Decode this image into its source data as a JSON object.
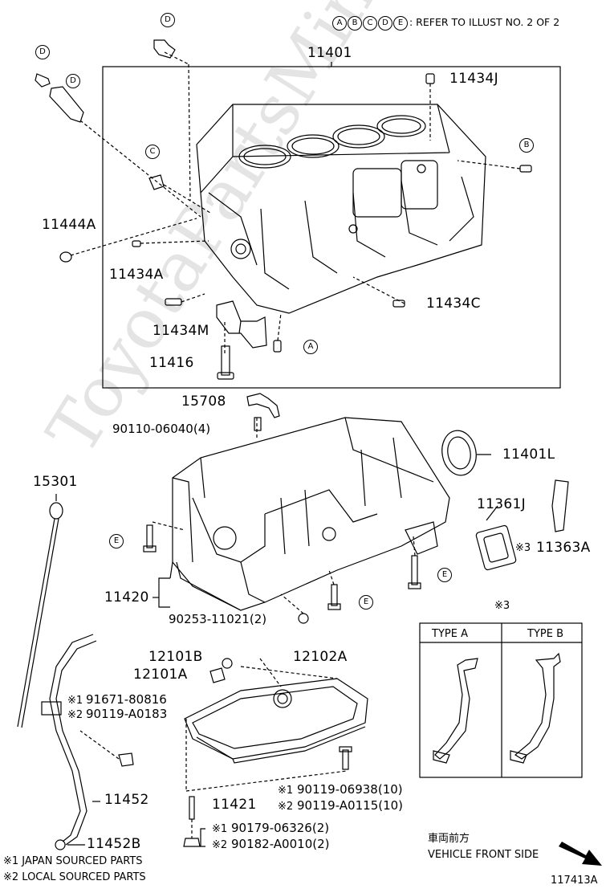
{
  "header": {
    "circles": [
      "A",
      "B",
      "C",
      "D",
      "E"
    ],
    "refer_text": ": REFER TO ILLUST NO. 2 OF 2"
  },
  "parts": {
    "p11401": "11401",
    "p11434J": "11434J",
    "p11444A": "11444A",
    "p11434A": "11434A",
    "p11434C": "11434C",
    "p11434M": "11434M",
    "p11416": "11416",
    "p15708": "15708",
    "p90110": "90110-06040(4)",
    "p11401L": "11401L",
    "p15301": "15301",
    "p11361J": "11361J",
    "p11363A": "11363A",
    "p11363A_mark": "※3",
    "p11420": "11420",
    "p90253": "90253-11021(2)",
    "p12101B": "12101B",
    "p12101A": "12101A",
    "p12102A": "12102A",
    "p91671": "91671-80816",
    "p90119a": "90119-A0183",
    "p11452": "11452",
    "p11452B": "11452B",
    "p11421": "11421",
    "p90119_06938": "90119-06938(10)",
    "p90119_A0115": "90119-A0115(10)",
    "p90179": "90179-06326(2)",
    "p90182": "90182-A0010(2)",
    "mark1": "※1",
    "mark2": "※2"
  },
  "callouts": {
    "D1": "D",
    "D2": "D",
    "D3": "D",
    "C": "C",
    "B": "B",
    "A": "A",
    "E1": "E",
    "E2": "E",
    "E3": "E"
  },
  "type_box": {
    "mark": "※3",
    "type_a": "TYPE A",
    "type_b": "TYPE B"
  },
  "footer": {
    "note1": "※1 JAPAN SOURCED PARTS",
    "note2": "※2 LOCAL SOURCED PARTS",
    "front_jp": "車両前方",
    "front_en": "VEHICLE FRONT SIDE",
    "illus_no": "117413A"
  },
  "watermark": "ToyotaPartsMine.ru"
}
